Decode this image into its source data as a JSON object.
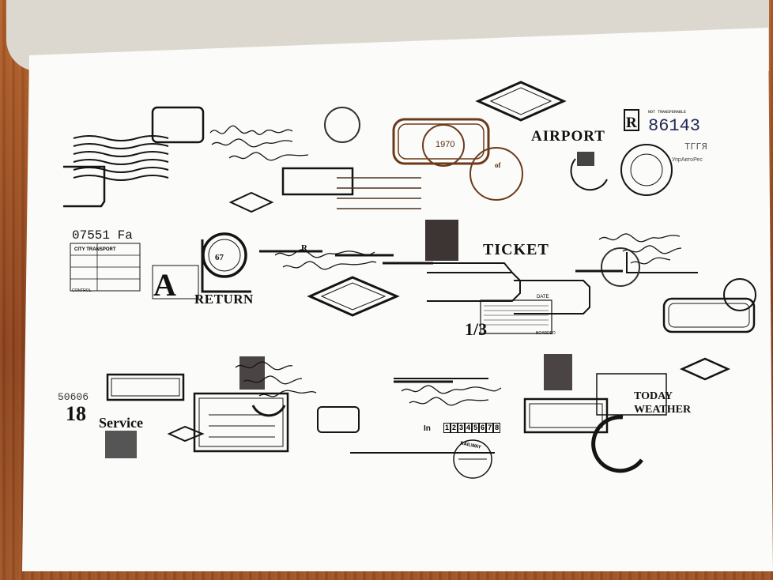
{
  "stamps": {
    "airport": "AIRPORT",
    "registered_letter": "R",
    "registered_number": "86143",
    "not_transferable": "NOT TRANSFERABLE",
    "cyrillic_top": "ТГГЯ",
    "cyrillic_bottom": "УпрАвтоРес",
    "postmark_year": "1970",
    "of_label": "of",
    "ticket_number": "07551 Fa",
    "city_transport": "CITY TRANSPORT",
    "control_label": "CONTROL",
    "big_letter": "A",
    "badge_number": "67",
    "return_label": "RETURN",
    "r_mark": "R",
    "ticket_label": "TICKET",
    "date_label": "DATE",
    "boarded_label": "BOARDED",
    "fraction": "1/3",
    "service_number": "50606",
    "service_big": "18",
    "service_label": "Service",
    "number_row_label": "In",
    "number_row_digits": [
      "1",
      "2",
      "3",
      "4",
      "5",
      "6",
      "7",
      "8"
    ],
    "today": "TODAY",
    "weather": "WEATHER",
    "railway": "RAILWAY"
  },
  "colors": {
    "ink": "#141414",
    "brown_ink": "#5a2f14",
    "paper": "#fbfbf9",
    "wood": "#9c5428"
  }
}
